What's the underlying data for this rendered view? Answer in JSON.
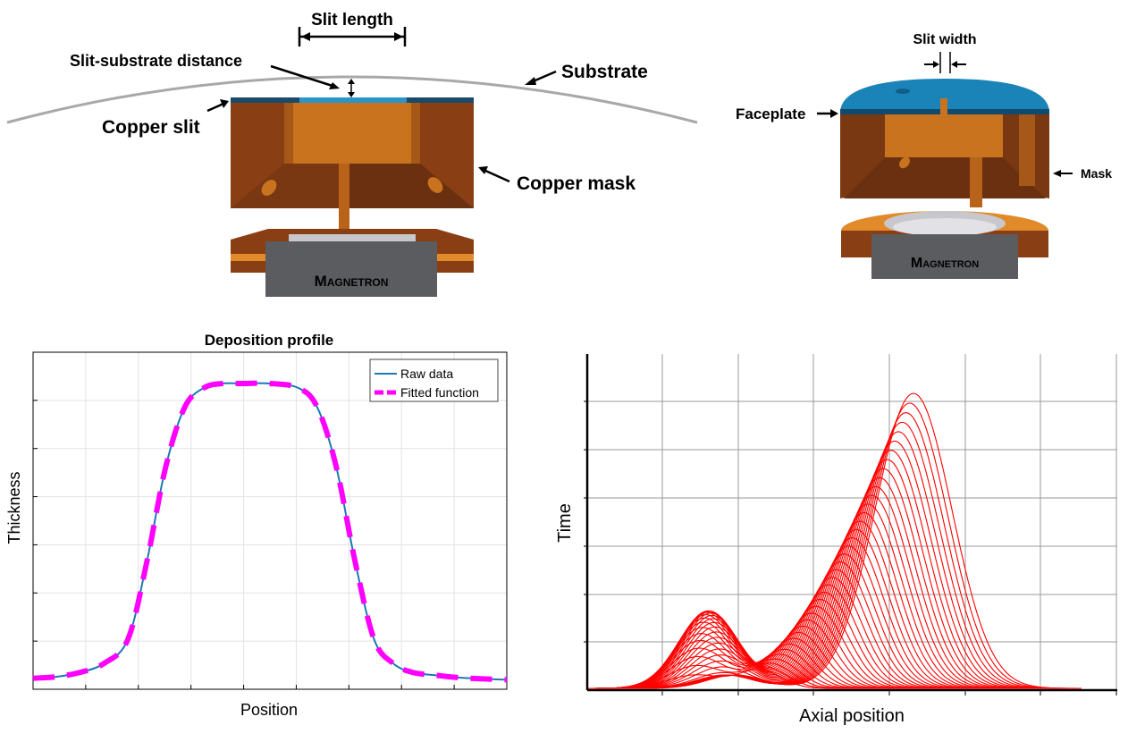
{
  "diagram_left": {
    "slit_length": "Slit length",
    "slit_substrate_distance": "Slit-substrate distance",
    "substrate": "Substrate",
    "copper_slit": "Copper slit",
    "copper_mask": "Copper mask",
    "magnetron": "Magnetron"
  },
  "diagram_right": {
    "slit_width": "Slit width",
    "faceplate": "Faceplate",
    "mask": "Mask",
    "magnetron": "Magnetron"
  },
  "colors": {
    "copper_dark": "#8a3e14",
    "copper_mid": "#c0661e",
    "copper_light": "#e08a2a",
    "faceplate_blue": "#1a84b8",
    "magnetron_gray": "#5a5c60",
    "raw_data": "#1f77b4",
    "fit": "#ff00ff",
    "waterfall": "#ff0000"
  },
  "chart_data": [
    {
      "type": "line",
      "title": "Deposition profile",
      "xlabel": "Position",
      "ylabel": "Thickness",
      "grid": true,
      "legend_position": "top-right",
      "series": [
        {
          "name": "Raw data",
          "style": "solid",
          "color": "#1f77b4"
        },
        {
          "name": "Fitted function",
          "style": "dashed",
          "color": "#ff00ff"
        }
      ],
      "x": [
        0,
        0.05,
        0.1,
        0.15,
        0.2,
        0.24,
        0.28,
        0.32,
        0.36,
        0.4,
        0.44,
        0.5,
        0.56,
        0.6,
        0.64,
        0.68,
        0.72,
        0.76,
        0.8,
        0.85,
        0.9,
        0.95,
        1.0
      ],
      "y": [
        0.01,
        0.015,
        0.03,
        0.06,
        0.14,
        0.4,
        0.72,
        0.92,
        0.985,
        1.0,
        1.0,
        1.0,
        0.985,
        0.92,
        0.72,
        0.4,
        0.14,
        0.06,
        0.03,
        0.02,
        0.012,
        0.008,
        0.005
      ]
    },
    {
      "type": "line",
      "xlabel": "Axial position",
      "ylabel": "Time",
      "grid": true,
      "series_count": 38,
      "peak_axial_position": 0.66,
      "secondary_peak_axial_position": 0.25
    }
  ]
}
